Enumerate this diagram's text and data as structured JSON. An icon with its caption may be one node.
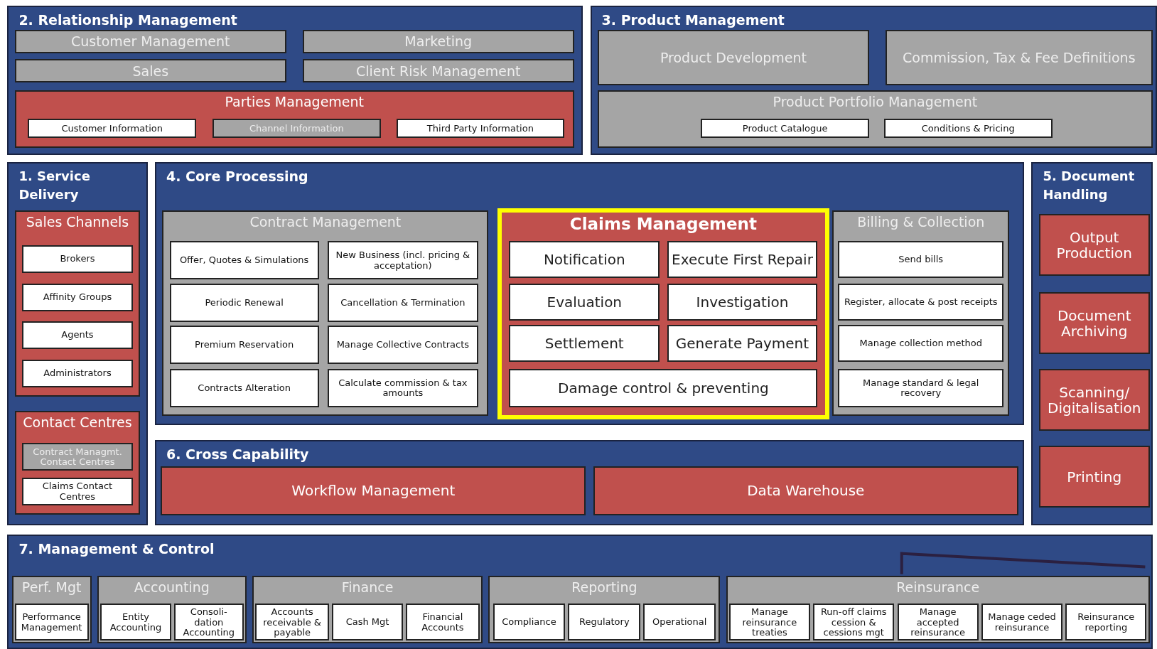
{
  "diagram": {
    "nodes": [
      {
        "text": [
          "2. Relationship Management"
        ]
      },
      {
        "text": [
          "Customer Management"
        ],
        "in": 0
      },
      {
        "text": [
          "Marketing"
        ],
        "in": 0
      },
      {
        "text": [
          "Sales"
        ],
        "in": 0
      },
      {
        "text": [
          "Client Risk Management"
        ],
        "in": 0
      },
      {
        "text": [
          "Parties Management"
        ],
        "in": 0
      },
      {
        "text": [
          "Customer Information"
        ],
        "in": 5
      },
      {
        "text": [
          "Channel Information"
        ],
        "in": 5
      },
      {
        "text": [
          "Third Party Information"
        ],
        "in": 5
      },
      {
        "text": [
          "3. Product Management"
        ]
      },
      {
        "text": [
          "Product Development"
        ],
        "in": 9
      },
      {
        "text": [
          "Commission, Tax & Fee Definitions"
        ],
        "in": 9
      },
      {
        "text": [
          "Product Portfolio Management"
        ],
        "in": 9
      },
      {
        "text": [
          "Product Catalogue"
        ],
        "in": 12
      },
      {
        "text": [
          "Conditions & Pricing"
        ],
        "in": 12
      },
      {
        "text": [
          "1. Service Delivery"
        ]
      },
      {
        "text": [
          "Sales Channels"
        ],
        "in": 15
      },
      {
        "text": [
          "Brokers"
        ],
        "in": 16
      },
      {
        "text": [
          "Affinity Groups"
        ],
        "in": 16
      },
      {
        "text": [
          "Agents"
        ],
        "in": 16
      },
      {
        "text": [
          "Administrators"
        ],
        "in": 16
      },
      {
        "text": [
          "Contact Centres"
        ],
        "in": 15
      },
      {
        "text": [
          "Contract Managmt. Contact Centres"
        ],
        "in": 21
      },
      {
        "text": [
          "Claims Contact Centres"
        ],
        "in": 21
      },
      {
        "text": [
          "4. Core Processing"
        ]
      },
      {
        "text": [
          "Contract Management"
        ],
        "in": 24
      },
      {
        "text": [
          "Offer, Quotes & Simulations"
        ],
        "in": 25
      },
      {
        "text": [
          "New Business (incl. pricing & acceptation)"
        ],
        "in": 25
      },
      {
        "text": [
          "Periodic Renewal"
        ],
        "in": 25
      },
      {
        "text": [
          "Cancellation & Termination"
        ],
        "in": 25
      },
      {
        "text": [
          "Premium Reservation"
        ],
        "in": 25
      },
      {
        "text": [
          "Manage Collective Contracts"
        ],
        "in": 25
      },
      {
        "text": [
          "Contracts Alteration"
        ],
        "in": 25
      },
      {
        "text": [
          "Calculate commission & tax amounts"
        ],
        "in": 25
      },
      {
        "text": [
          "Claims Management"
        ],
        "in": 24
      },
      {
        "text": [
          "Notification"
        ],
        "in": 34
      },
      {
        "text": [
          "Execute First Repair"
        ],
        "in": 34
      },
      {
        "text": [
          "Evaluation"
        ],
        "in": 34
      },
      {
        "text": [
          "Investigation"
        ],
        "in": 34
      },
      {
        "text": [
          "Settlement"
        ],
        "in": 34
      },
      {
        "text": [
          "Generate Payment"
        ],
        "in": 34
      },
      {
        "text": [
          "Damage control & preventing"
        ],
        "in": 34
      },
      {
        "text": [
          "Billing & Collection"
        ],
        "in": 24
      },
      {
        "text": [
          "Send bills"
        ],
        "in": 42
      },
      {
        "text": [
          "Register, allocate & post receipts"
        ],
        "in": 42
      },
      {
        "text": [
          "Manage collection method"
        ],
        "in": 42
      },
      {
        "text": [
          "Manage standard & legal recovery"
        ],
        "in": 42
      },
      {
        "text": [
          "5. Document Handling"
        ]
      },
      {
        "text": [
          "Output Production"
        ],
        "in": 47
      },
      {
        "text": [
          "Document Archiving"
        ],
        "in": 47
      },
      {
        "text": [
          "Scanning/ Digitalisation"
        ],
        "in": 47
      },
      {
        "text": [
          "Printing"
        ],
        "in": 47
      },
      {
        "text": [
          "6. Cross Capability"
        ]
      },
      {
        "text": [
          "Workflow Management"
        ],
        "in": 52
      },
      {
        "text": [
          "Data Warehouse"
        ],
        "in": 52
      },
      {
        "text": [
          "7. Management & Control"
        ]
      },
      {
        "text": [
          "Perf. Mgt"
        ],
        "in": 55
      },
      {
        "text": [
          "Performance Management"
        ],
        "in": 56
      },
      {
        "text": [
          "Accounting"
        ],
        "in": 55
      },
      {
        "text": [
          "Entity Accounting"
        ],
        "in": 58
      },
      {
        "text": [
          "Consoli- dation Accounting"
        ],
        "in": 58
      },
      {
        "text": [
          "Finance"
        ],
        "in": 55
      },
      {
        "text": [
          "Accounts receivable & payable"
        ],
        "in": 61
      },
      {
        "text": [
          "Cash Mgt"
        ],
        "in": 61
      },
      {
        "text": [
          "Financial Accounts"
        ],
        "in": 61
      },
      {
        "text": [
          "Reporting"
        ],
        "in": 55
      },
      {
        "text": [
          "Compliance"
        ],
        "in": 65
      },
      {
        "text": [
          "Regulatory"
        ],
        "in": 65
      },
      {
        "text": [
          "Operational"
        ],
        "in": 65
      },
      {
        "text": [
          "Reinsurance"
        ],
        "in": 55
      },
      {
        "text": [
          "Manage reinsurance treaties"
        ],
        "in": 69
      },
      {
        "text": [
          "Run-off claims cession & cessions mgt"
        ],
        "in": 69
      },
      {
        "text": [
          "Manage accepted reinsurance"
        ],
        "in": 69
      },
      {
        "text": [
          "Manage ceded reinsurance"
        ],
        "in": 69
      },
      {
        "text": [
          "Reinsurance reporting"
        ],
        "in": 69
      }
    ]
  }
}
